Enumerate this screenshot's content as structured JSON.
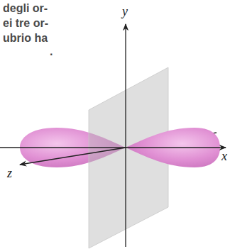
{
  "diagram": {
    "labels": [
      "degli or-",
      "ei tre or-",
      "ubrio ha",
      ".",
      "y",
      "x",
      "z"
    ]
  }
}
